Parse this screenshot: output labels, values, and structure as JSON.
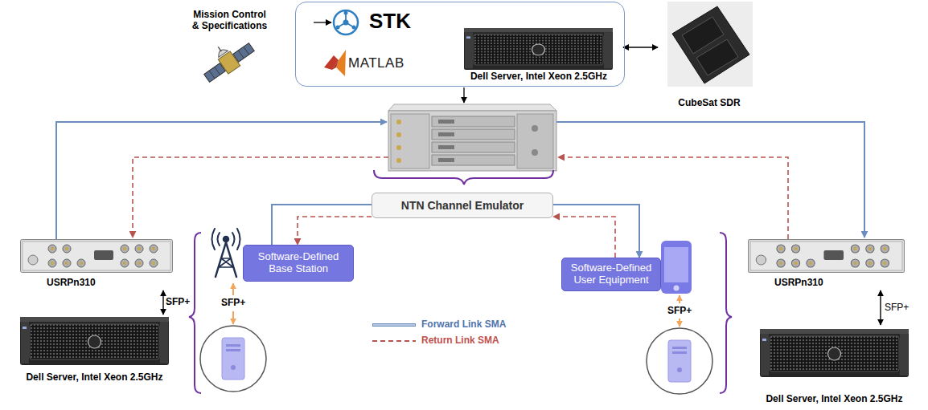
{
  "diagram": {
    "nodes": [
      {
        "text": [
          "STK",
          "MATLAB"
        ]
      },
      {
        "text": [
          "Dell Server, Intel Xeon 2.5GHz"
        ],
        "in": 0
      },
      {
        "text": [
          "CubeSat SDR"
        ]
      },
      {
        "text": [
          "NTN Channel Emulator"
        ]
      },
      {
        "text": [
          "USRPn310"
        ]
      },
      {
        "text": [
          "Software-Defined Base Station"
        ]
      },
      {
        "text": [
          "Software-Defined User Equipment"
        ]
      },
      {
        "text": [
          "USRPn310"
        ]
      },
      {
        "text": [
          "Dell Server, Intel Xeon 2.5GHz"
        ]
      },
      {
        "text": [
          "Dell Server, Intel Xeon 2.5GHz"
        ]
      }
    ],
    "edges": [
      {
        "from": 1,
        "to": 2,
        "arrow": "both"
      },
      {
        "from": 4,
        "to": 8,
        "arrow": "both",
        "label": "SFP+"
      },
      {
        "from": 7,
        "to": 9,
        "arrow": "both",
        "label": "SFP+"
      },
      {
        "from": 5,
        "to": 3,
        "arrow": "none"
      },
      {
        "from": 3,
        "to": 6,
        "arrow": "to"
      },
      {
        "from": 3,
        "to": 5,
        "arrow": "to"
      },
      {
        "from": 6,
        "to": 3,
        "arrow": "to"
      }
    ],
    "labels": [
      "Mission Control & Specifications",
      "SFP+",
      "SFP+"
    ],
    "legend": [
      {
        "text": "Forward Link SMA"
      },
      {
        "text": "Return Link SMA"
      }
    ]
  }
}
